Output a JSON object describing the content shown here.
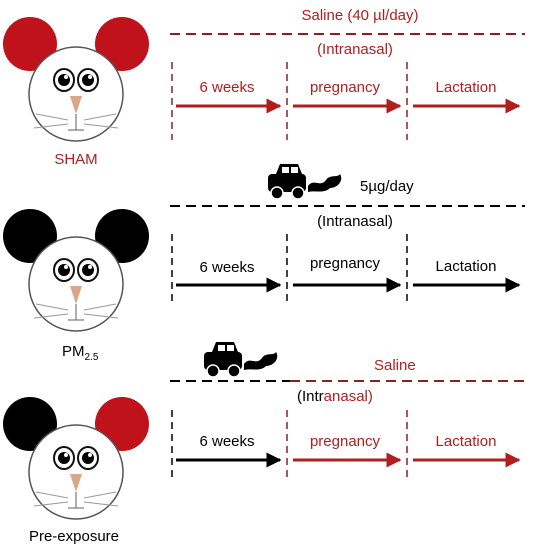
{
  "colors": {
    "red": "#b01e1e",
    "black": "#000000",
    "nose": "#d9a68a"
  },
  "groups": [
    {
      "name": "SHAM",
      "treatment": "Saline (40 µl/day)",
      "route": "(Intranasal)",
      "stages": [
        "6 weeks",
        "pregnancy",
        "Lactation"
      ]
    },
    {
      "name_main": "PM",
      "name_sub": "2.5",
      "treatment": "5µg/day",
      "route": "(Intranasal)",
      "stages": [
        "6 weeks",
        "pregnancy",
        "Lactation"
      ]
    },
    {
      "name": "Pre-exposure",
      "treatment": "Saline",
      "route_part1": "(Intr",
      "route_part2": "anasal)",
      "stages": [
        "6 weeks",
        "pregnancy",
        "Lactation"
      ]
    }
  ],
  "icons": {
    "mouse": "mouse-face-icon",
    "car": "car-exhaust-icon"
  }
}
